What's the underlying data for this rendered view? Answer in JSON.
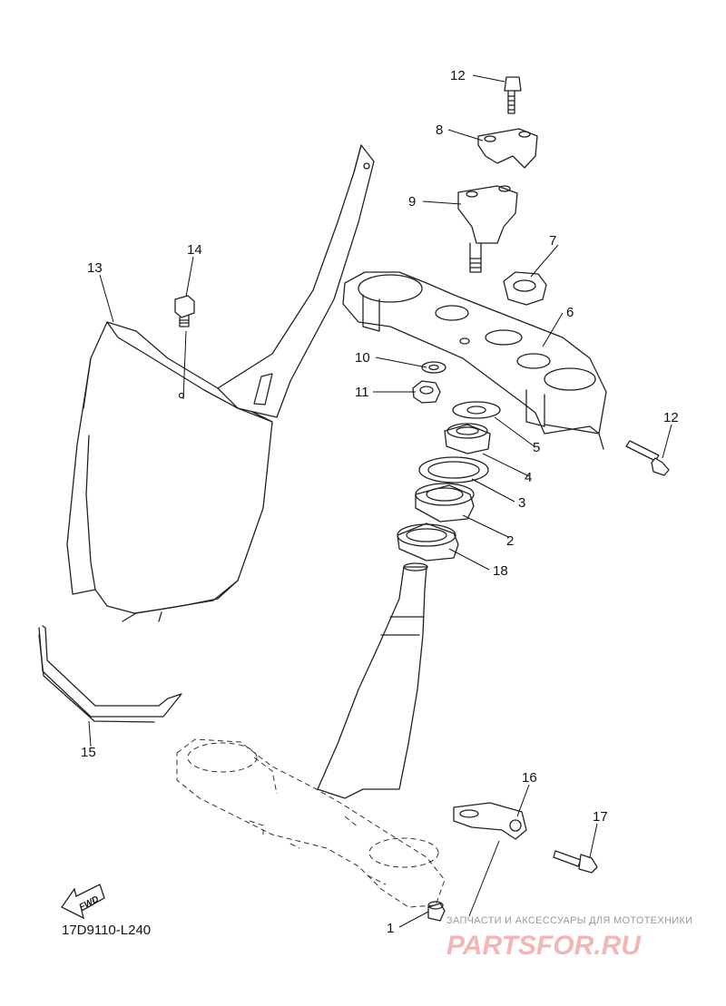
{
  "diagram": {
    "code": "17D9110-L240",
    "fwd_label": "FWD",
    "callouts": [
      "1",
      "2",
      "3",
      "4",
      "5",
      "6",
      "7",
      "8",
      "9",
      "10",
      "11",
      "12",
      "12",
      "13",
      "14",
      "15",
      "16",
      "17",
      "18"
    ]
  },
  "watermark": {
    "tagline": "ЗАПЧАСТИ И АКСЕССУАРЫ ДЛЯ МОТОТЕХНИКИ",
    "logo": "PARTSFOR.RU"
  },
  "colors": {
    "line": "#222222",
    "watermark_logo": "#f2b6b6",
    "watermark_text": "#9a9a9a"
  }
}
